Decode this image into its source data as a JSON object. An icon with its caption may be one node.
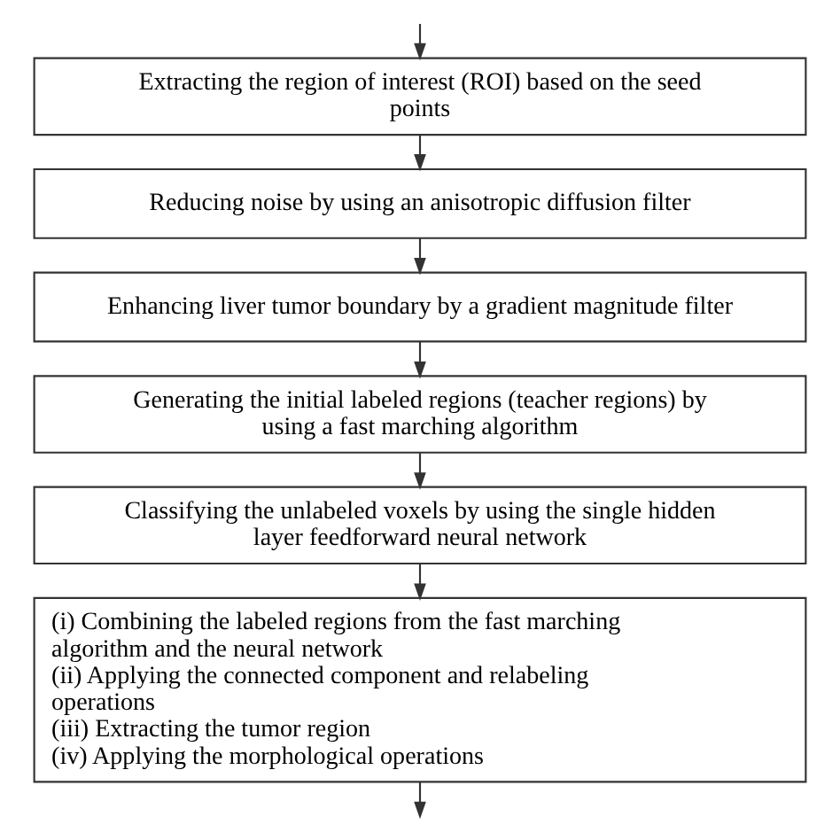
{
  "diagram": {
    "nodes": [
      {
        "text": [
          "Extracting the region of interest (ROI) based on the seed points"
        ]
      },
      {
        "text": [
          "Reducing noise by using an anisotropic diffusion filter"
        ]
      },
      {
        "text": [
          "Enhancing liver tumor boundary by a gradient magnitude filter"
        ]
      },
      {
        "text": [
          "Generating the initial labeled regions (teacher regions) by using a fast marching algorithm"
        ]
      },
      {
        "text": [
          "Classifying the unlabeled voxels by using the single hidden layer feedforward neural network"
        ]
      },
      {
        "text": [
          "(i) Combining the labeled regions from the fast marching algorithm and the neural network",
          "(ii) Applying the connected component and relabeling operations",
          "(iii) Extracting the tumor region",
          "(iv) Applying the morphological operations"
        ]
      }
    ],
    "edges": [
      {
        "from": null,
        "to": 0,
        "arrow": "to"
      },
      {
        "from": 0,
        "to": 1,
        "arrow": "to"
      },
      {
        "from": 1,
        "to": 2,
        "arrow": "to"
      },
      {
        "from": 2,
        "to": 3,
        "arrow": "to"
      },
      {
        "from": 3,
        "to": 4,
        "arrow": "to"
      },
      {
        "from": 4,
        "to": 5,
        "arrow": "to"
      },
      {
        "from": 5,
        "to": null,
        "arrow": "to"
      }
    ]
  }
}
